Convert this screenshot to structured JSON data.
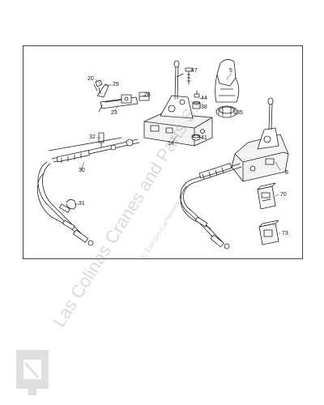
{
  "callouts": {
    "c5": "5",
    "c8": "8",
    "c14": "14",
    "c20": "20",
    "c23": "23",
    "c26": "26",
    "c29": "29",
    "c30": "30",
    "c31": "31",
    "c32": "32",
    "c35": "35",
    "c38": "38",
    "c41": "41",
    "c44": "44",
    "c47": "47",
    "c70": "70",
    "c73": "73"
  },
  "watermark": {
    "text": "Las Colinas Cranes and Parts S.L.",
    "subtext": "© Europa-Camiones.com"
  }
}
